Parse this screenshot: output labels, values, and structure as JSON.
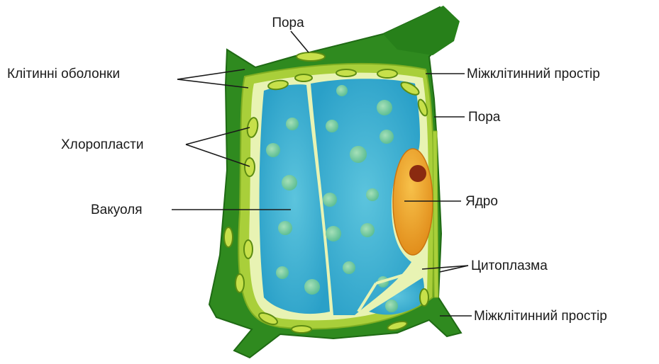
{
  "labels": {
    "pore_top": "Пора",
    "cell_walls": "Клітинні оболонки",
    "intercellular_space_top": "Міжклітинний простір",
    "pore_right": "Пора",
    "chloroplasts": "Хлоропласти",
    "vacuole": "Вакуоля",
    "nucleus": "Ядро",
    "cytoplasm": "Цитоплазма",
    "intercellular_space_bottom": "Міжклітинний простір"
  },
  "colors": {
    "outer_cell_wall": "#2f8a1f",
    "outer_cell_wall_dark": "#1f6a14",
    "inner_wall": "#a9cf3a",
    "cytoplasm": "#e8f3b3",
    "vacuole": "#3fb3d6",
    "vacuole_granules": "#7fd0a8",
    "chloroplast": "#c7e04a",
    "nucleus": "#f0a52a",
    "nucleolus": "#8a2a10"
  }
}
